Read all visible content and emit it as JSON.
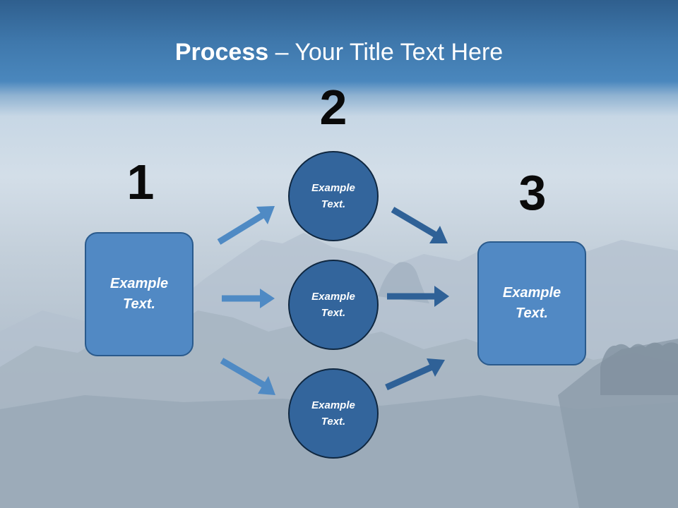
{
  "slide": {
    "title_bold": "Process",
    "title_rest": " – Your Title Text Here"
  },
  "steps": {
    "one": "1",
    "two": "2",
    "three": "3"
  },
  "nodes": {
    "left_box": "Example\nText.",
    "right_box": "Example\nText.",
    "circle_top": "Example\nText.",
    "circle_middle": "Example\nText.",
    "circle_bottom": "Example\nText."
  },
  "colors": {
    "box_fill": "#5189c4",
    "circle_fill": "#33659c",
    "arrow_light": "#4f8ac4",
    "arrow_dark": "#2f6197",
    "title_text": "#ffffff"
  }
}
